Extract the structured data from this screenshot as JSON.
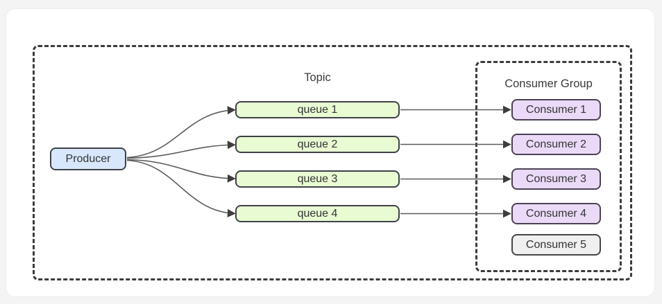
{
  "colors": {
    "page_bg": "#f4f4f5",
    "card_bg": "#ffffff",
    "border_dark": "#3e4147",
    "dash": "#3b3b3b",
    "line": "#5a5a5a",
    "arrow": "#3d3d3d",
    "text": "#333333",
    "label_text": "#3a3a3a",
    "producer_fill": "#d8e7fc",
    "queue_fill": "#e8fbd2",
    "consumer_fill": "#eadaf8",
    "consumer_inactive_fill": "#f0f0f0"
  },
  "diagram": {
    "producer": {
      "label": "Producer"
    },
    "topic": {
      "title": "Topic",
      "queues": [
        {
          "label": "queue 1"
        },
        {
          "label": "queue 2"
        },
        {
          "label": "queue 3"
        },
        {
          "label": "queue 4"
        }
      ]
    },
    "consumer_group": {
      "title": "Consumer Group",
      "consumers": [
        {
          "label": "Consumer 1"
        },
        {
          "label": "Consumer 2"
        },
        {
          "label": "Consumer 3"
        },
        {
          "label": "Consumer 4"
        },
        {
          "label": "Consumer 5"
        }
      ]
    }
  }
}
